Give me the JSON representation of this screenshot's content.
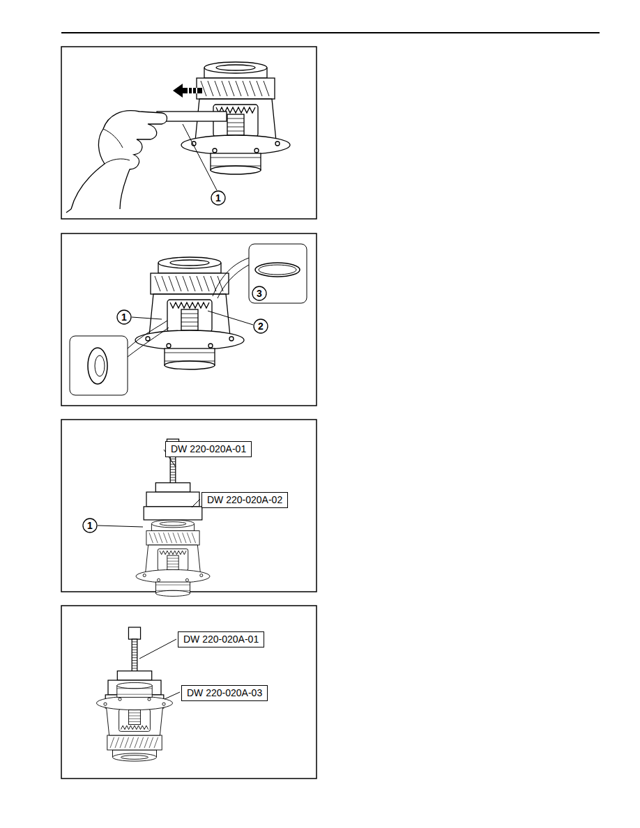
{
  "diagram": {
    "nodes": [
      {
        "text": [
          "DW 220-020A-01"
        ]
      },
      {
        "text": [
          "DW 220-020A-02"
        ]
      },
      {
        "text": [
          "DW 220-020A-01"
        ]
      },
      {
        "text": [
          "DW 220-020A-03"
        ]
      }
    ],
    "labels": [
      "1",
      "1",
      "2",
      "3",
      "1"
    ]
  }
}
